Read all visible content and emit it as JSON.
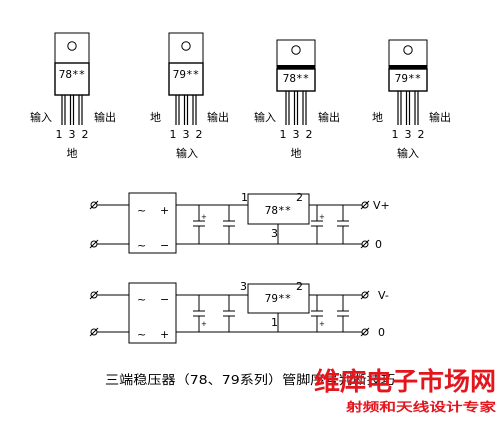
{
  "packages": [
    {
      "part": "78**",
      "left_label": "输入",
      "right_label": "输出",
      "pins": [
        "1",
        "3",
        "2"
      ],
      "bottom_label": "地"
    },
    {
      "part": "79**",
      "left_label": "地",
      "right_label": "输出",
      "pins": [
        "1",
        "3",
        "2"
      ],
      "bottom_label": "输入"
    },
    {
      "part": "78**",
      "left_label": "输入",
      "right_label": "输出",
      "pins": [
        "1",
        "3",
        "2"
      ],
      "bottom_label": "地"
    },
    {
      "part": "79**",
      "left_label": "地",
      "right_label": "输出",
      "pins": [
        "1",
        "3",
        "2"
      ],
      "bottom_label": "输入"
    }
  ],
  "circuits": [
    {
      "regulator": "78**",
      "pin_in": "1",
      "pin_out": "2",
      "pin_gnd": "3",
      "out_pos_label": "V+",
      "out_neg_label": "0",
      "bridge_plus": "+",
      "bridge_minus": "−",
      "bridge_ac": "~"
    },
    {
      "regulator": "79**",
      "pin_in": "3",
      "pin_out": "2",
      "pin_gnd": "1",
      "out_pos_label": "V-",
      "out_neg_label": "0",
      "bridge_plus": "+",
      "bridge_minus": "−",
      "bridge_ac": "~"
    }
  ],
  "caption": "三端稳压器（78、79系列）管脚序号判断技巧",
  "watermark": {
    "main": "维库电子市场网",
    "sub": "射频和天线设计专家"
  }
}
